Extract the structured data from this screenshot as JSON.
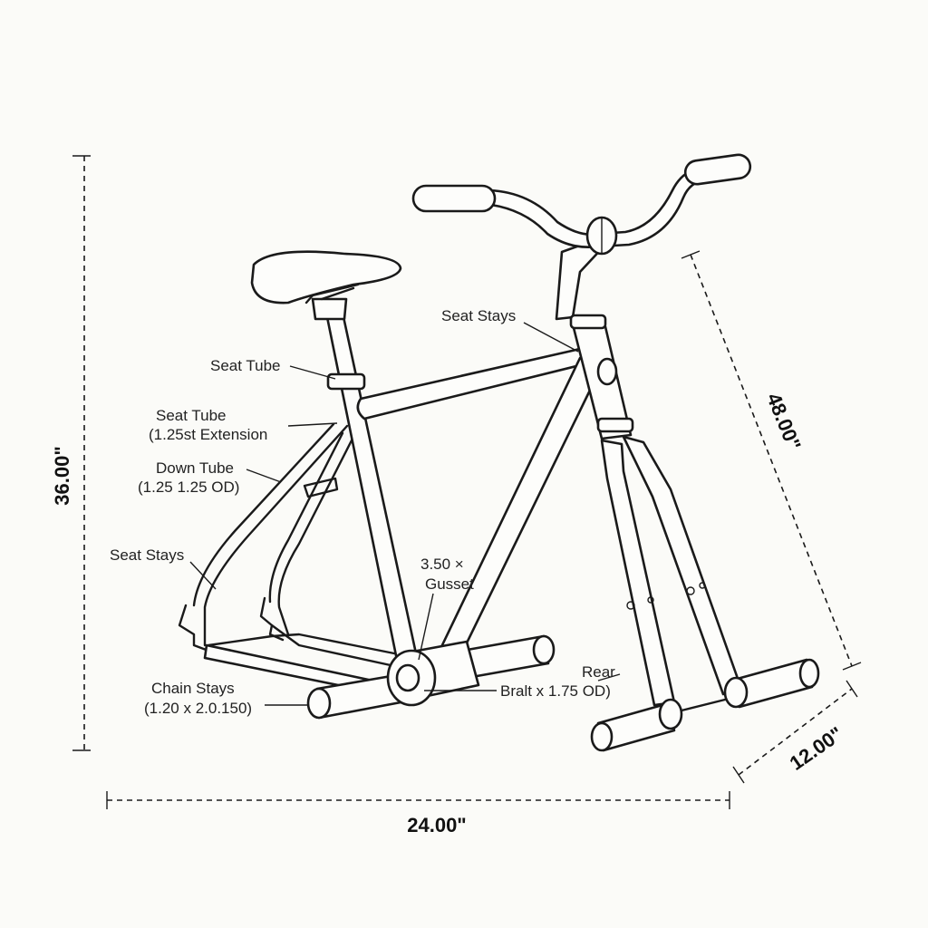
{
  "labels": {
    "seat_stays_top": "Seat Stays",
    "seat_tube": "Seat Tube",
    "seat_tube_ext_line1": "Seat Tube",
    "seat_tube_ext_line2": "(1.25st Extension",
    "down_tube_line1": "Down Tube",
    "down_tube_line2": "(1.25 1.25 OD)",
    "seat_stays_left": "Seat Stays",
    "gusset_line1": "3.50 ×",
    "gusset_line2": "Gusset",
    "chain_stays_line1": "Chain Stays",
    "chain_stays_line2": "(1.20 x 2.0.150)",
    "rear": "Rear",
    "bracket": "Bralt x  1.75 OD)"
  },
  "dimensions": {
    "height": "36.00\"",
    "width": "24.00\"",
    "diagonal": "48.00\"",
    "depth": "12.00\""
  }
}
